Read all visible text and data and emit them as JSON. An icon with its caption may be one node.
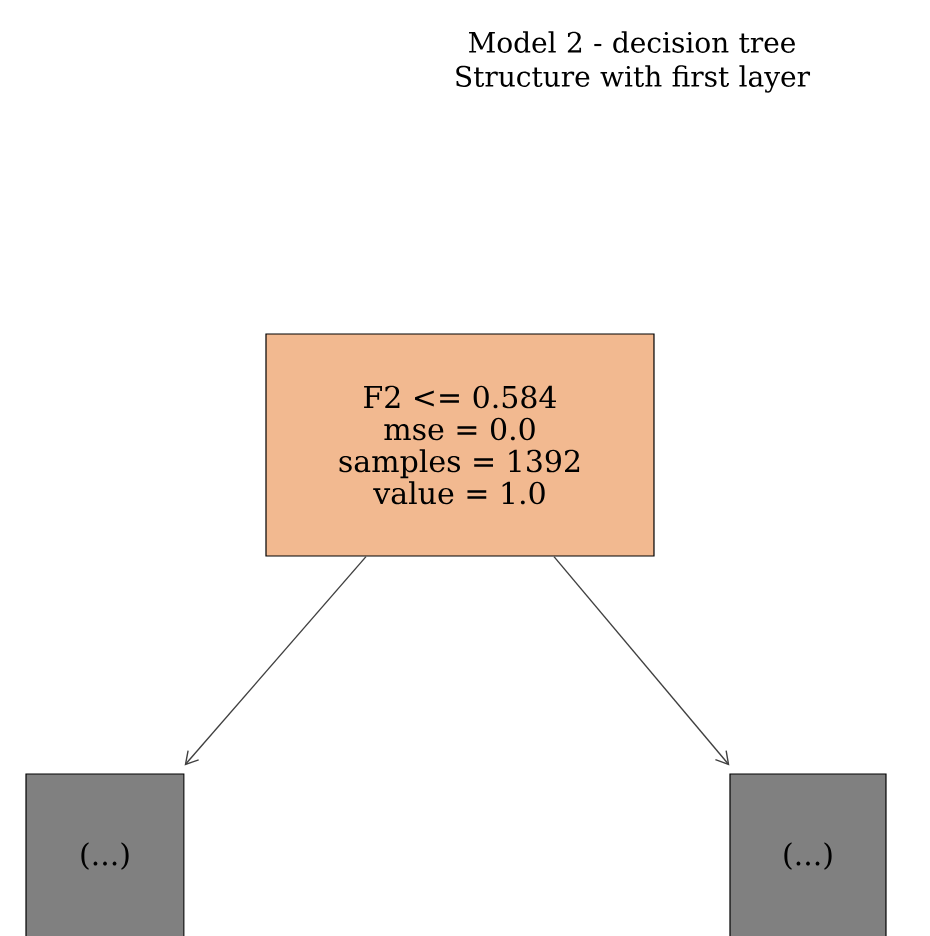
{
  "diagram": {
    "title": "Model 2 - decision tree Structure with first layer",
    "nodes": [
      {
        "text": [
          "F2 <= 0.584",
          "mse = 0.0",
          "samples = 1392",
          "value = 1.0"
        ]
      },
      {
        "text": [
          "(...)"
        ]
      },
      {
        "text": [
          "(...)"
        ]
      }
    ],
    "edges": [
      {
        "from": 0,
        "to": 1,
        "arrow": "to"
      },
      {
        "from": 0,
        "to": 2,
        "arrow": "to"
      }
    ]
  }
}
